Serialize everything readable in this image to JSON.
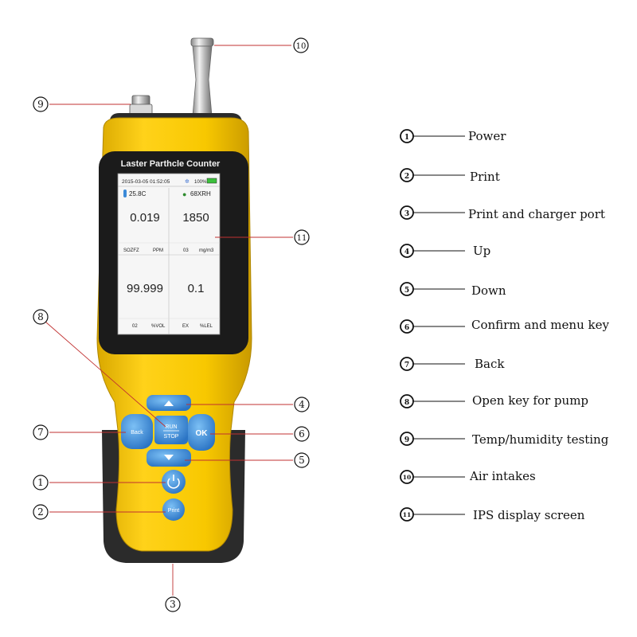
{
  "device": {
    "title": "Laster Parthcle Counter",
    "lcd": {
      "datetime": "2015-03-05 01:52:05",
      "battery": "100%",
      "temp": "25.8C",
      "humidity": "68XRH",
      "cells": [
        {
          "value": "0.019",
          "label_left": "SOZFZ",
          "label_right": "PPM"
        },
        {
          "value": "1850",
          "label_left": "03",
          "label_right": "mg/m3"
        },
        {
          "value": "99.999",
          "label_left": "02",
          "label_right": "%VOL"
        },
        {
          "value": "0.1",
          "label_left": "EX",
          "label_right": "%LEL"
        }
      ]
    },
    "buttons": {
      "back": "Back",
      "ok": "OK",
      "run": "RUN",
      "stop": "STOP",
      "print": "Print"
    }
  },
  "callouts": [
    {
      "num": "1",
      "label": "Power"
    },
    {
      "num": "2",
      "label": "Print"
    },
    {
      "num": "3",
      "label": "Print and charger port"
    },
    {
      "num": "4",
      "label": "Up"
    },
    {
      "num": "5",
      "label": "Down"
    },
    {
      "num": "6",
      "label": "Confirm and menu key"
    },
    {
      "num": "7",
      "label": "Back"
    },
    {
      "num": "8",
      "label": "Open key for pump"
    },
    {
      "num": "9",
      "label": "Temp/humidity testing"
    },
    {
      "num": "10",
      "label": "Air intakes"
    },
    {
      "num": "11",
      "label": "IPS display screen"
    }
  ],
  "colors": {
    "body_yellow": "#f5c400",
    "body_black": "#2a2a2a",
    "button_blue": "#3f8fd8",
    "screen": "#f4f4f4"
  }
}
